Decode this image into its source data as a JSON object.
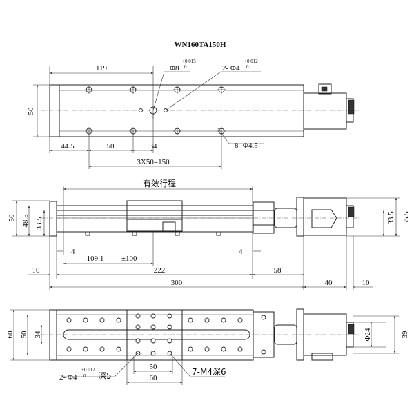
{
  "title": "WN160TA150H",
  "top_view": {
    "dim_119": "119",
    "phi8": "Φ8",
    "phi8_tol_upper": "+0.015",
    "phi8_tol_lower": "0",
    "phi4": "2- Φ4",
    "phi4_tol_upper": "+0.012",
    "phi4_tol_lower": "0",
    "dim_50": "50",
    "dim_44_5": "44.5",
    "dim_50_pitch": "50",
    "dim_34": "34",
    "phi45": "8- Φ4.5",
    "dim_3x50": "3X50=150"
  },
  "side_view": {
    "effective_stroke": "有效行程",
    "dim_50": "50",
    "dim_48_5": "48.5",
    "dim_33_5": "33.5",
    "dim_4": "4",
    "dim_109_1": "109.1",
    "dim_pm100": "±100",
    "dim_10": "10",
    "dim_222": "222",
    "dim_58": "58",
    "dim_300": "300",
    "dim_40": "40",
    "dim_55_5": "55.5"
  },
  "bottom_view": {
    "dim_60": "60",
    "dim_50": "50",
    "dim_34": "34",
    "phi4": "2- Φ4",
    "phi4_tol_upper": "+0.012",
    "phi4_tol_lower": "0",
    "depth5": "深5",
    "dim_50_carriage": "50",
    "dim_60_carriage": "60",
    "m4": "7-M4深6",
    "phi24": "Φ24",
    "dim_39": "39"
  }
}
